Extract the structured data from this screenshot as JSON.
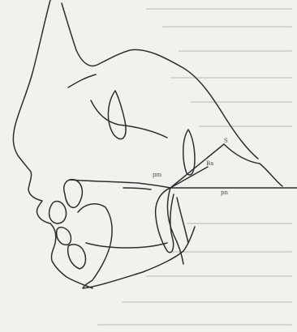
{
  "figure": {
    "landmarks": {
      "vertex": "pm",
      "upper": "S",
      "ray": "Ba",
      "baseline_end": "pn"
    }
  }
}
